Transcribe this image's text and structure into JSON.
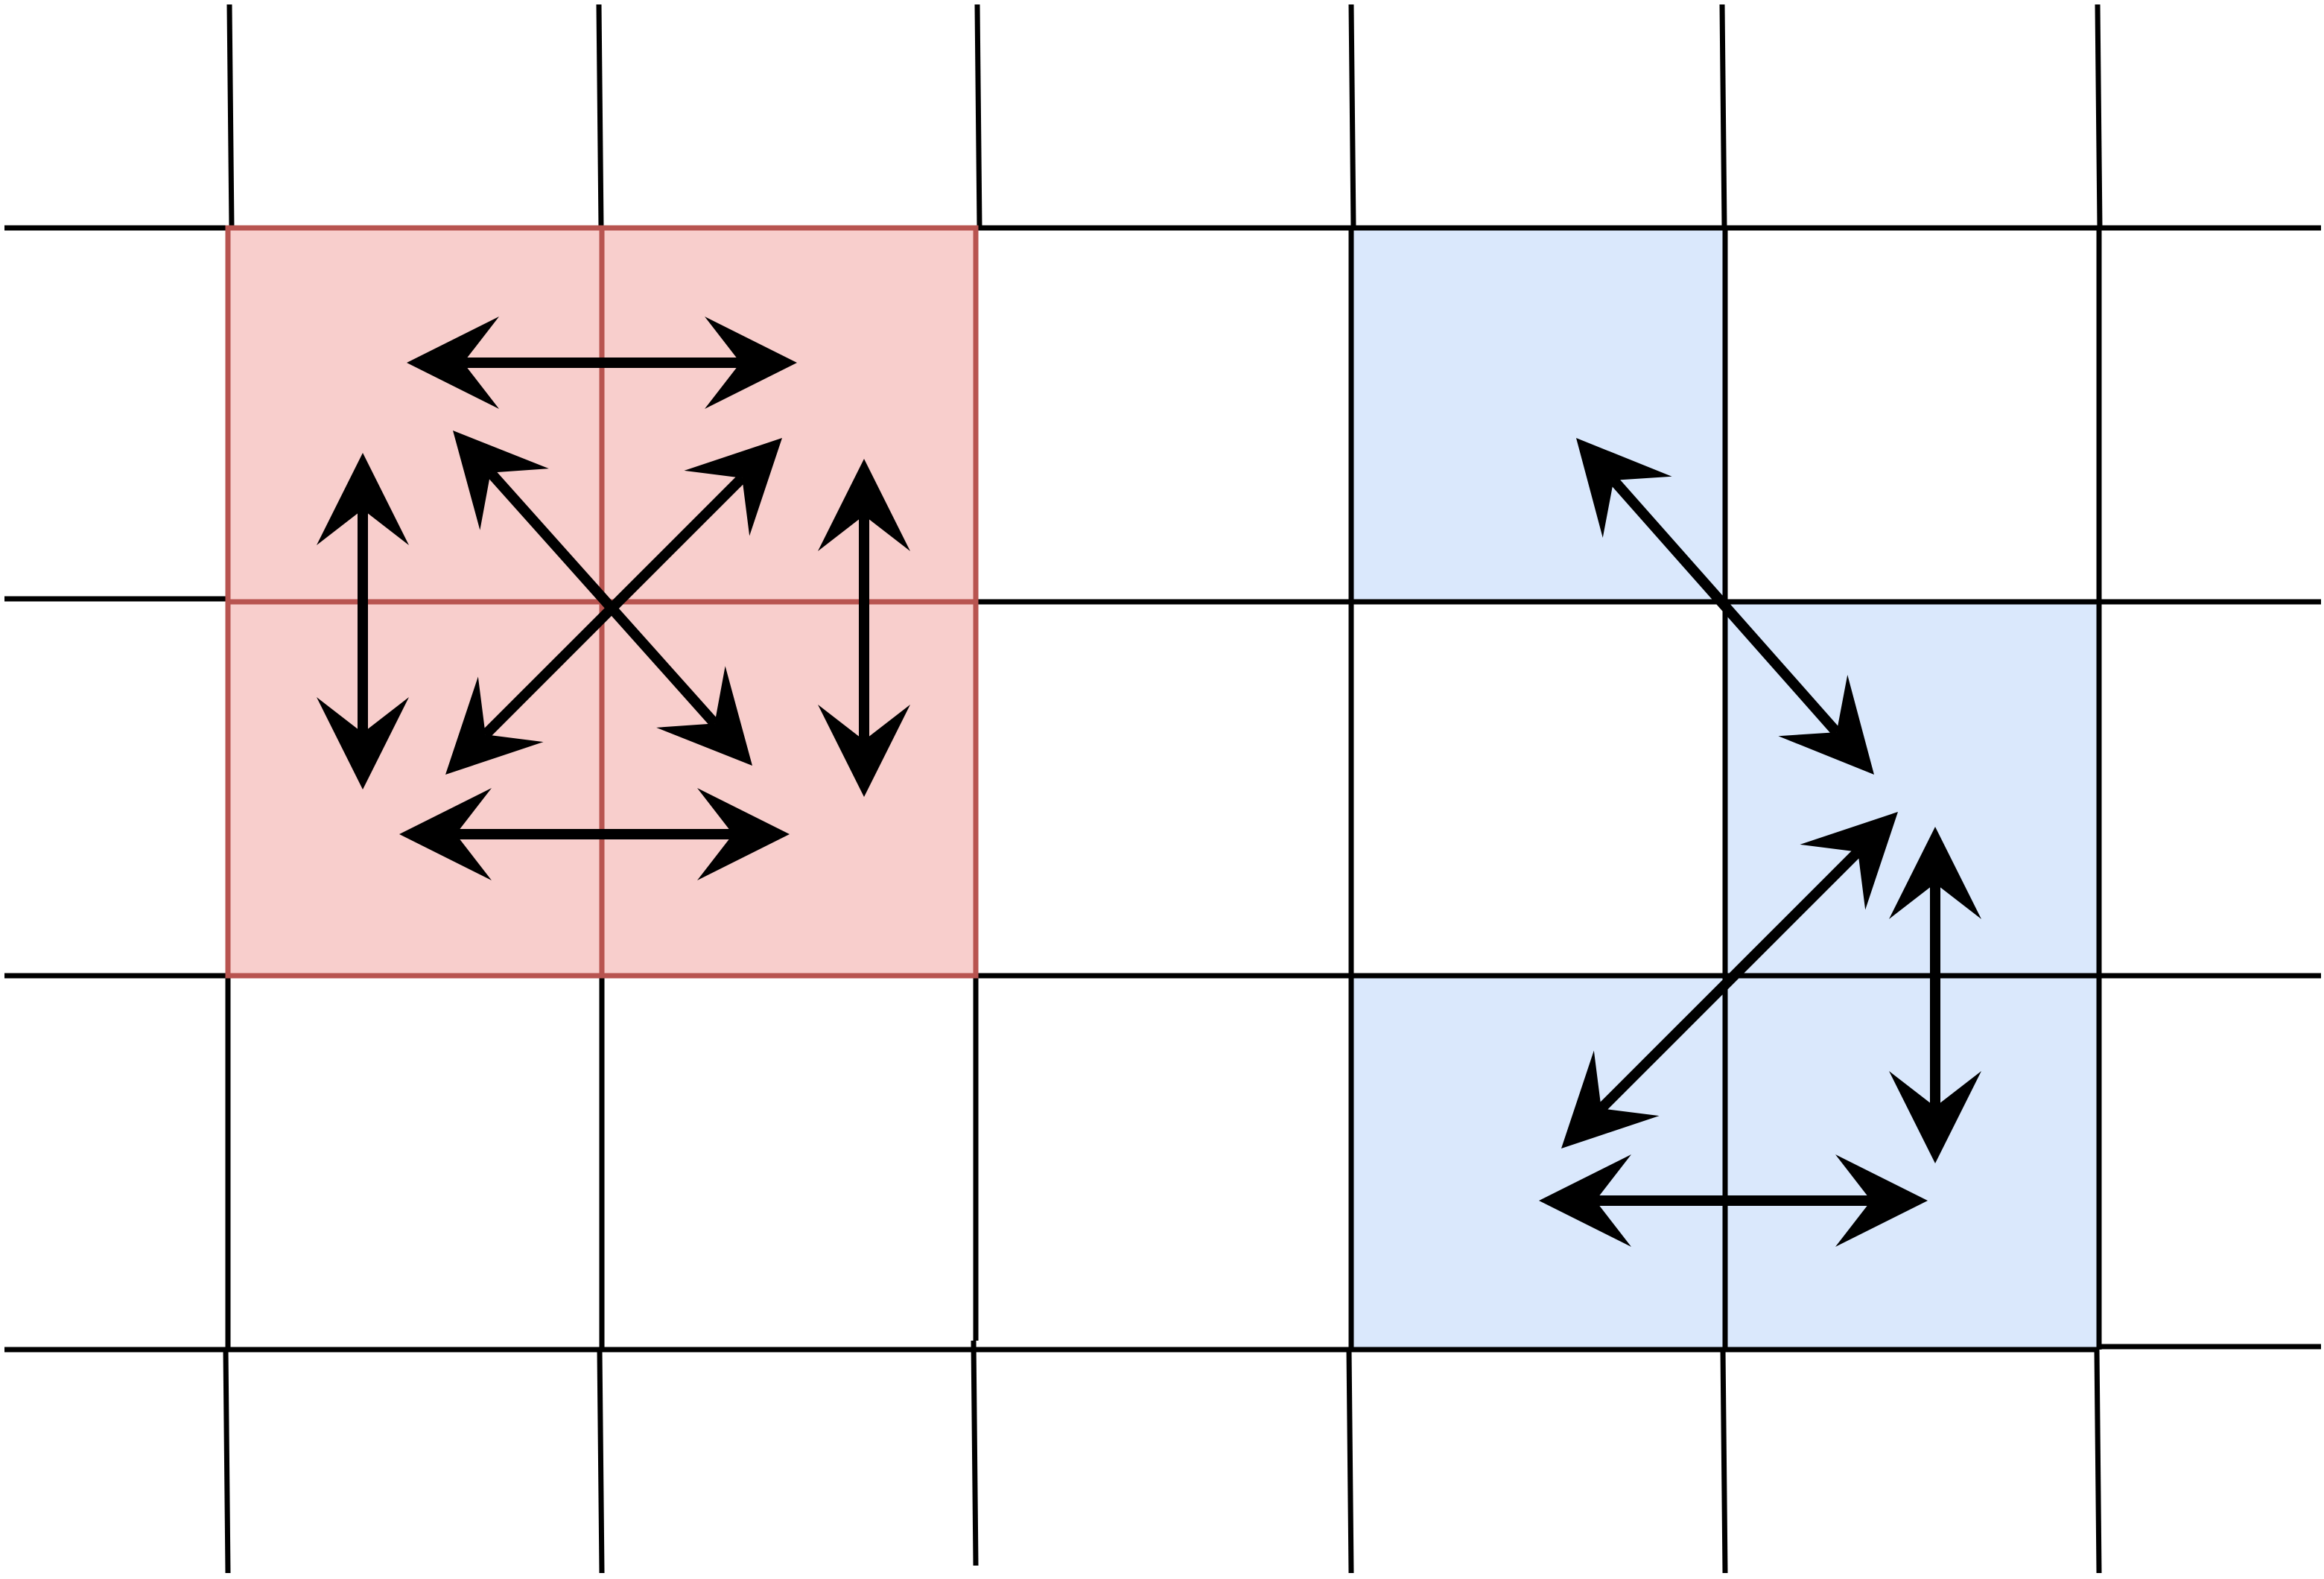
{
  "diagram": {
    "colors": {
      "background": "#ffffff",
      "grid_line": "#000000",
      "arrow": "#000000",
      "red_fill": "#f8cecc",
      "red_stroke": "#b85450",
      "blue_fill": "#dae8fc"
    },
    "grid": {
      "rows": 3,
      "columns": 6
    },
    "red_region": {
      "cells": [
        [
          0,
          0
        ],
        [
          0,
          1
        ],
        [
          1,
          0
        ],
        [
          1,
          1
        ]
      ],
      "arrow_count": 6,
      "arrow_style": "double-headed"
    },
    "blue_region": {
      "cells": [
        [
          0,
          3
        ],
        [
          1,
          4
        ],
        [
          2,
          3
        ],
        [
          2,
          4
        ]
      ],
      "arrow_count": 4,
      "arrow_style": "double-headed"
    }
  }
}
